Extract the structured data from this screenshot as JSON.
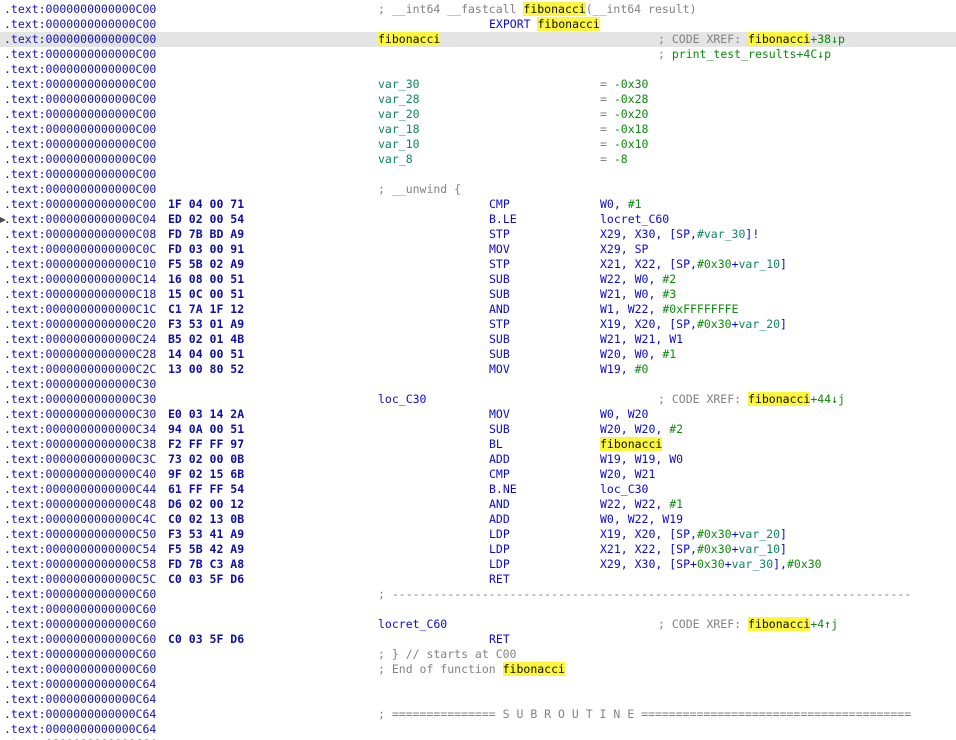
{
  "palette": {
    "background": "#ffffff",
    "current-line-bg": "#e4e4e4",
    "highlight-bg": "#fdf63e",
    "highlight-text": "#111100",
    "address": "#1414b8",
    "bytes": "#0f0fa8",
    "code": "#0a0ad4",
    "comment": "#828282",
    "number": "#0b8a0b",
    "stack-var": "#0e8562",
    "xref-name": "#0b8a0b"
  },
  "listing": {
    "function_name": "fibonacci",
    "segment": ".text",
    "lines": [
      {
        "a": ".text:0000000000000C00",
        "s": [
          [
            "; __int64 __fastcall ",
            "com"
          ],
          [
            "fibonacci",
            "hl"
          ],
          [
            "(__int64 result)",
            "com"
          ]
        ]
      },
      {
        "a": ".text:0000000000000C00",
        "m": [
          [
            "EXPORT ",
            "code"
          ],
          [
            "fibonacci",
            "hl"
          ]
        ]
      },
      {
        "a": ".text:0000000000000C00",
        "cur": true,
        "s": [
          [
            "fibonacci",
            "hl"
          ]
        ],
        "x": [
          [
            "; CODE XREF: ",
            "com"
          ],
          [
            "fibonacci",
            "hl"
          ],
          [
            "+38↓p",
            "pub"
          ]
        ]
      },
      {
        "a": ".text:0000000000000C00",
        "x": [
          [
            "; ",
            "com"
          ],
          [
            "print_test_results+4C↓p",
            "pub"
          ]
        ]
      },
      {
        "a": ".text:0000000000000C00"
      },
      {
        "a": ".text:0000000000000C00",
        "s": [
          [
            "var_30",
            "var"
          ]
        ],
        "o": [
          [
            "= ",
            "com"
          ],
          [
            "-0x30",
            "num"
          ]
        ]
      },
      {
        "a": ".text:0000000000000C00",
        "s": [
          [
            "var_28",
            "var"
          ]
        ],
        "o": [
          [
            "= ",
            "com"
          ],
          [
            "-0x28",
            "num"
          ]
        ]
      },
      {
        "a": ".text:0000000000000C00",
        "s": [
          [
            "var_20",
            "var"
          ]
        ],
        "o": [
          [
            "= ",
            "com"
          ],
          [
            "-0x20",
            "num"
          ]
        ]
      },
      {
        "a": ".text:0000000000000C00",
        "s": [
          [
            "var_18",
            "var"
          ]
        ],
        "o": [
          [
            "= ",
            "com"
          ],
          [
            "-0x18",
            "num"
          ]
        ]
      },
      {
        "a": ".text:0000000000000C00",
        "s": [
          [
            "var_10",
            "var"
          ]
        ],
        "o": [
          [
            "= ",
            "com"
          ],
          [
            "-0x10",
            "num"
          ]
        ]
      },
      {
        "a": ".text:0000000000000C00",
        "s": [
          [
            "var_8",
            "var"
          ]
        ],
        "o": [
          [
            "= ",
            "com"
          ],
          [
            "-8",
            "num"
          ]
        ]
      },
      {
        "a": ".text:0000000000000C00"
      },
      {
        "a": ".text:0000000000000C00",
        "s": [
          [
            "; __unwind {",
            "com"
          ]
        ]
      },
      {
        "a": ".text:0000000000000C00",
        "b": "1F 04 00 71",
        "m": [
          [
            "CMP",
            "code"
          ]
        ],
        "o": [
          [
            "W0, ",
            "code"
          ],
          [
            "#1",
            "num"
          ]
        ]
      },
      {
        "a": ".text:0000000000000C04",
        "b": "ED 02 00 54",
        "marker": true,
        "m": [
          [
            "B.LE",
            "code"
          ]
        ],
        "o": [
          [
            "locret_C60",
            "code"
          ]
        ]
      },
      {
        "a": ".text:0000000000000C08",
        "b": "FD 7B BD A9",
        "m": [
          [
            "STP",
            "code"
          ]
        ],
        "o": [
          [
            "X29, X30, [SP,",
            "code"
          ],
          [
            "#var_30",
            "var"
          ],
          [
            "]!",
            "code"
          ]
        ]
      },
      {
        "a": ".text:0000000000000C0C",
        "b": "FD 03 00 91",
        "m": [
          [
            "MOV",
            "code"
          ]
        ],
        "o": [
          [
            "X29, SP",
            "code"
          ]
        ]
      },
      {
        "a": ".text:0000000000000C10",
        "b": "F5 5B 02 A9",
        "m": [
          [
            "STP",
            "code"
          ]
        ],
        "o": [
          [
            "X21, X22, [SP,",
            "code"
          ],
          [
            "#0x30",
            "num"
          ],
          [
            "+",
            "code"
          ],
          [
            "var_10",
            "var"
          ],
          [
            "]",
            "code"
          ]
        ]
      },
      {
        "a": ".text:0000000000000C14",
        "b": "16 08 00 51",
        "m": [
          [
            "SUB",
            "code"
          ]
        ],
        "o": [
          [
            "W22, W0, ",
            "code"
          ],
          [
            "#2",
            "num"
          ]
        ]
      },
      {
        "a": ".text:0000000000000C18",
        "b": "15 0C 00 51",
        "m": [
          [
            "SUB",
            "code"
          ]
        ],
        "o": [
          [
            "W21, W0, ",
            "code"
          ],
          [
            "#3",
            "num"
          ]
        ]
      },
      {
        "a": ".text:0000000000000C1C",
        "b": "C1 7A 1F 12",
        "m": [
          [
            "AND",
            "code"
          ]
        ],
        "o": [
          [
            "W1, W22, ",
            "code"
          ],
          [
            "#0xFFFFFFFE",
            "num"
          ]
        ]
      },
      {
        "a": ".text:0000000000000C20",
        "b": "F3 53 01 A9",
        "m": [
          [
            "STP",
            "code"
          ]
        ],
        "o": [
          [
            "X19, X20, [SP,",
            "code"
          ],
          [
            "#0x30",
            "num"
          ],
          [
            "+",
            "code"
          ],
          [
            "var_20",
            "var"
          ],
          [
            "]",
            "code"
          ]
        ]
      },
      {
        "a": ".text:0000000000000C24",
        "b": "B5 02 01 4B",
        "m": [
          [
            "SUB",
            "code"
          ]
        ],
        "o": [
          [
            "W21, W21, W1",
            "code"
          ]
        ]
      },
      {
        "a": ".text:0000000000000C28",
        "b": "14 04 00 51",
        "m": [
          [
            "SUB",
            "code"
          ]
        ],
        "o": [
          [
            "W20, W0, ",
            "code"
          ],
          [
            "#1",
            "num"
          ]
        ]
      },
      {
        "a": ".text:0000000000000C2C",
        "b": "13 00 80 52",
        "m": [
          [
            "MOV",
            "code"
          ]
        ],
        "o": [
          [
            "W19, ",
            "code"
          ],
          [
            "#0",
            "num"
          ]
        ]
      },
      {
        "a": ".text:0000000000000C30"
      },
      {
        "a": ".text:0000000000000C30",
        "s": [
          [
            "loc_C30",
            "code"
          ]
        ],
        "x": [
          [
            "; CODE XREF: ",
            "com"
          ],
          [
            "fibonacci",
            "hl"
          ],
          [
            "+44↓j",
            "pub"
          ]
        ]
      },
      {
        "a": ".text:0000000000000C30",
        "b": "E0 03 14 2A",
        "m": [
          [
            "MOV",
            "code"
          ]
        ],
        "o": [
          [
            "W0, W20",
            "code"
          ]
        ]
      },
      {
        "a": ".text:0000000000000C34",
        "b": "94 0A 00 51",
        "m": [
          [
            "SUB",
            "code"
          ]
        ],
        "o": [
          [
            "W20, W20, ",
            "code"
          ],
          [
            "#2",
            "num"
          ]
        ]
      },
      {
        "a": ".text:0000000000000C38",
        "b": "F2 FF FF 97",
        "m": [
          [
            "BL",
            "code"
          ]
        ],
        "o": [
          [
            "fibonacci",
            "hl"
          ]
        ]
      },
      {
        "a": ".text:0000000000000C3C",
        "b": "73 02 00 0B",
        "m": [
          [
            "ADD",
            "code"
          ]
        ],
        "o": [
          [
            "W19, W19, W0",
            "code"
          ]
        ]
      },
      {
        "a": ".text:0000000000000C40",
        "b": "9F 02 15 6B",
        "m": [
          [
            "CMP",
            "code"
          ]
        ],
        "o": [
          [
            "W20, W21",
            "code"
          ]
        ]
      },
      {
        "a": ".text:0000000000000C44",
        "b": "61 FF FF 54",
        "m": [
          [
            "B.NE",
            "code"
          ]
        ],
        "o": [
          [
            "loc_C30",
            "code"
          ]
        ]
      },
      {
        "a": ".text:0000000000000C48",
        "b": "D6 02 00 12",
        "m": [
          [
            "AND",
            "code"
          ]
        ],
        "o": [
          [
            "W22, W22, ",
            "code"
          ],
          [
            "#1",
            "num"
          ]
        ]
      },
      {
        "a": ".text:0000000000000C4C",
        "b": "C0 02 13 0B",
        "m": [
          [
            "ADD",
            "code"
          ]
        ],
        "o": [
          [
            "W0, W22, W19",
            "code"
          ]
        ]
      },
      {
        "a": ".text:0000000000000C50",
        "b": "F3 53 41 A9",
        "m": [
          [
            "LDP",
            "code"
          ]
        ],
        "o": [
          [
            "X19, X20, [SP,",
            "code"
          ],
          [
            "#0x30",
            "num"
          ],
          [
            "+",
            "code"
          ],
          [
            "var_20",
            "var"
          ],
          [
            "]",
            "code"
          ]
        ]
      },
      {
        "a": ".text:0000000000000C54",
        "b": "F5 5B 42 A9",
        "m": [
          [
            "LDP",
            "code"
          ]
        ],
        "o": [
          [
            "X21, X22, [SP,",
            "code"
          ],
          [
            "#0x30",
            "num"
          ],
          [
            "+",
            "code"
          ],
          [
            "var_10",
            "var"
          ],
          [
            "]",
            "code"
          ]
        ]
      },
      {
        "a": ".text:0000000000000C58",
        "b": "FD 7B C3 A8",
        "m": [
          [
            "LDP",
            "code"
          ]
        ],
        "o": [
          [
            "X29, X30, [SP+",
            "code"
          ],
          [
            "0x30",
            "num"
          ],
          [
            "+",
            "code"
          ],
          [
            "var_30",
            "var"
          ],
          [
            "],",
            "code"
          ],
          [
            "#0x30",
            "num"
          ]
        ]
      },
      {
        "a": ".text:0000000000000C5C",
        "b": "C0 03 5F D6",
        "m": [
          [
            "RET",
            "code"
          ]
        ]
      },
      {
        "a": ".text:0000000000000C60",
        "s": [
          [
            "; ---------------------------------------------------------------------------",
            "com"
          ]
        ]
      },
      {
        "a": ".text:0000000000000C60"
      },
      {
        "a": ".text:0000000000000C60",
        "s": [
          [
            "locret_C60",
            "code"
          ]
        ],
        "x": [
          [
            "; CODE XREF: ",
            "com"
          ],
          [
            "fibonacci",
            "hl"
          ],
          [
            "+4↑j",
            "pub"
          ]
        ]
      },
      {
        "a": ".text:0000000000000C60",
        "b": "C0 03 5F D6",
        "m": [
          [
            "RET",
            "code"
          ]
        ]
      },
      {
        "a": ".text:0000000000000C60",
        "s": [
          [
            "; } // starts at C00",
            "com"
          ]
        ]
      },
      {
        "a": ".text:0000000000000C60",
        "s": [
          [
            "; End of function ",
            "com"
          ],
          [
            "fibonacci",
            "hl"
          ]
        ]
      },
      {
        "a": ".text:0000000000000C64"
      },
      {
        "a": ".text:0000000000000C64"
      },
      {
        "a": ".text:0000000000000C64",
        "s": [
          [
            "; =============== S U B R O U T I N E =======================================",
            "com"
          ]
        ]
      },
      {
        "a": ".text:0000000000000C64"
      },
      {
        "a": ".text:0000000000000C64"
      }
    ]
  }
}
